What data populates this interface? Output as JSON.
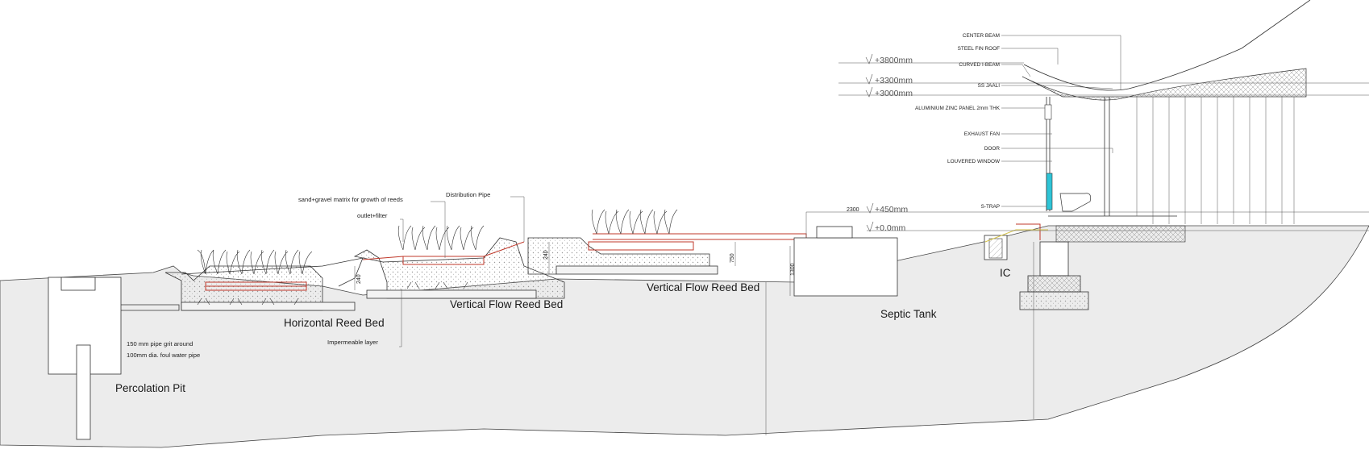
{
  "labels": {
    "percolation_pit": "Percolation Pit",
    "horizontal_reed_bed": "Horizontal Reed Bed",
    "vertical_flow_reed_bed_1": "Vertical Flow Reed Bed",
    "vertical_flow_reed_bed_2": "Vertical Flow Reed Bed",
    "septic_tank": "Septic Tank",
    "ic": "IC"
  },
  "notes": {
    "pipe_grit_line1": "150 mm pipe grit around",
    "pipe_grit_line2": "100mm dia. foul water pipe",
    "impermeable_layer": "Impermeable layer",
    "sand_gravel": "sand+gravel matrix for growth of reeds",
    "distribution_pipe": "Distribution Pipe",
    "outlet_filter": "outlet+filter"
  },
  "dimensions": {
    "d240a": "240",
    "d240b": "240",
    "d750": "750",
    "d1300": "1300",
    "d2300": "2300"
  },
  "levels": {
    "l3800": "+3800mm",
    "l3300": "+3300mm",
    "l3000": "+3000mm",
    "l450": "+450mm",
    "l0": "+0.0mm"
  },
  "building_annotations": {
    "center_beam": "CENTER BEAM",
    "steel_fin_roof": "STEEL FIN ROOF",
    "curved_i_beam": "CURVED I-BEAM",
    "ss_jaali": "SS JAALI",
    "aluminium_zinc_panel": "ALUMINIUM ZINC PANEL 2mm THK",
    "exhaust_fan": "EXHAUST FAN",
    "door": "DOOR",
    "louvered_window": "LOUVERED WINDOW",
    "s_trap": "S-TRAP"
  },
  "colors": {
    "ground": "#ececec",
    "pipe": "#c0392b",
    "line": "#333333",
    "bed_fill": "#f3f3f3"
  }
}
